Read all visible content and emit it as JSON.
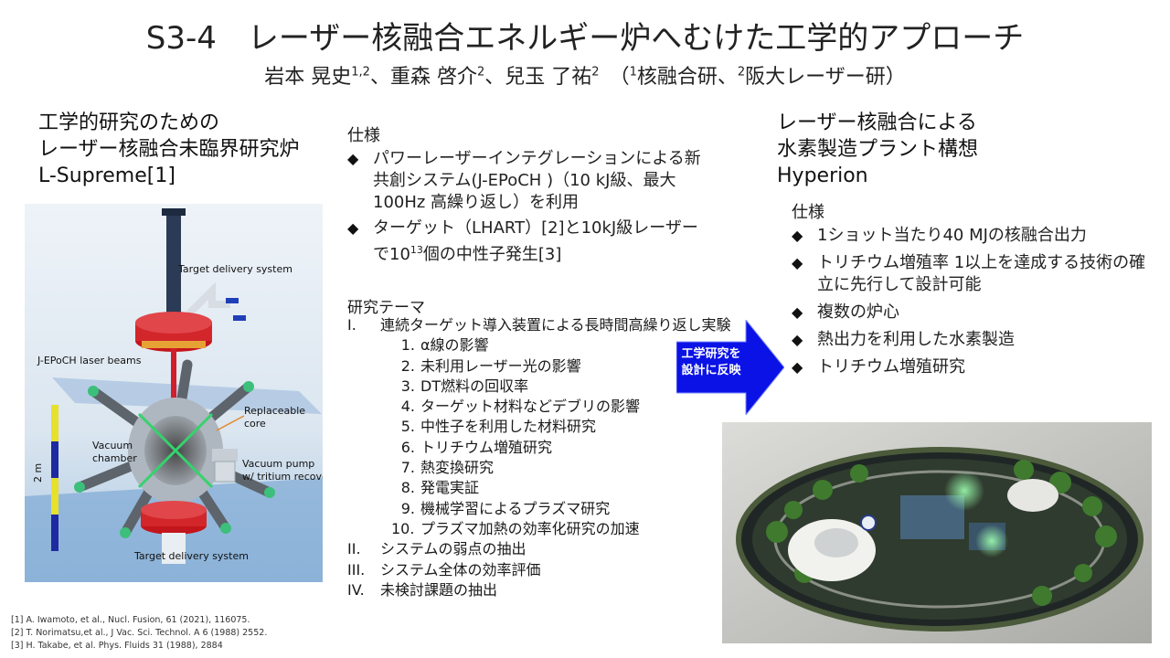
{
  "title": "S3-4　レーザー核融合エネルギー炉へむけた工学的アプローチ",
  "authors": {
    "a1_name": "岩本 晃史",
    "a1_aff": "1,2",
    "sep1": "、",
    "a2_name": "重森 啓介",
    "a2_aff": "2",
    "sep2": "、",
    "a3_name": "兒玉 了祐",
    "a3_aff": "2",
    "aff_open": "　（",
    "aff1_num": "1",
    "aff1": "核融合研、",
    "aff2_num": "2",
    "aff2": "阪大レーザー研）"
  },
  "left": {
    "heading_line1": "工学的研究のための",
    "heading_line2": "レーザー核融合未臨界研究炉",
    "heading_line3": "L-Supreme[1]",
    "figure_labels": {
      "target_top": "Target delivery system",
      "laser": "J-EPoCH laser beams",
      "core_1": "Replaceable",
      "core_2": "core",
      "chamber_1": "Vacuum",
      "chamber_2": "chamber",
      "pump_1": "Vacuum pump",
      "pump_2": "w/ tritium recovery",
      "scale": "2 m",
      "target_bottom": "Target delivery system"
    }
  },
  "center": {
    "spec_title": "仕様",
    "spec1": "パワーレーザーインテグレーションによる新共創システム(J-EPoCH )（10 kJ級、最大100Hz 高繰り返し）を利用",
    "spec2_pre": "ターゲット（LHART）[2]と10kJ級レーザーで10",
    "spec2_sup": "13",
    "spec2_post": "個の中性子発生[3]",
    "theme_title": "研究テーマ",
    "r1_num": "I.",
    "r1_text": "連続ターゲット導入装置による長時間高繰り返し実験",
    "subs": [
      {
        "num": "1.",
        "text": "α線の影響"
      },
      {
        "num": "2.",
        "text": "未利用レーザー光の影響"
      },
      {
        "num": "3.",
        "text": "DT燃料の回収率"
      },
      {
        "num": "4.",
        "text": "ターゲット材料などデブリの影響"
      },
      {
        "num": "5.",
        "text": "中性子を利用した材料研究"
      },
      {
        "num": "6.",
        "text": "トリチウム増殖研究"
      },
      {
        "num": "7.",
        "text": "熱変換研究"
      },
      {
        "num": "8.",
        "text": "発電実証"
      },
      {
        "num": "9.",
        "text": "機械学習によるプラズマ研究"
      },
      {
        "num": "10.",
        "text": "プラズマ加熱の効率化研究の加速"
      }
    ],
    "r2_num": "II.",
    "r2_text": "システムの弱点の抽出",
    "r3_num": "III.",
    "r3_text": "システム全体の効率評価",
    "r4_num": "IV.",
    "r4_text": "未検討課題の抽出"
  },
  "arrow": {
    "line1": "工学研究を",
    "line2": "設計に反映",
    "color": "#0a12e6"
  },
  "right": {
    "heading_line1": "レーザー核融合による",
    "heading_line2": "水素製造プラント構想",
    "heading_line3": "Hyperion",
    "spec_title": "仕様",
    "specs": [
      "1ショット当たり40 MJの核融合出力",
      "トリチウム増殖率 1以上を達成する技術の確立に先行して設計可能",
      "複数の炉心",
      "熱出力を利用した水素製造",
      "トリチウム増殖研究"
    ]
  },
  "refs": {
    "r1": "[1] A. Iwamoto, et al., Nucl. Fusion, 61 (2021), 116075.",
    "r2": "[2] T. Norimatsu,et al., J Vac. Sci. Technol. A 6 (1988) 2552.",
    "r3": "[3] H. Takabe, et al. Phys. Fluids 31 (1988), 2884"
  }
}
